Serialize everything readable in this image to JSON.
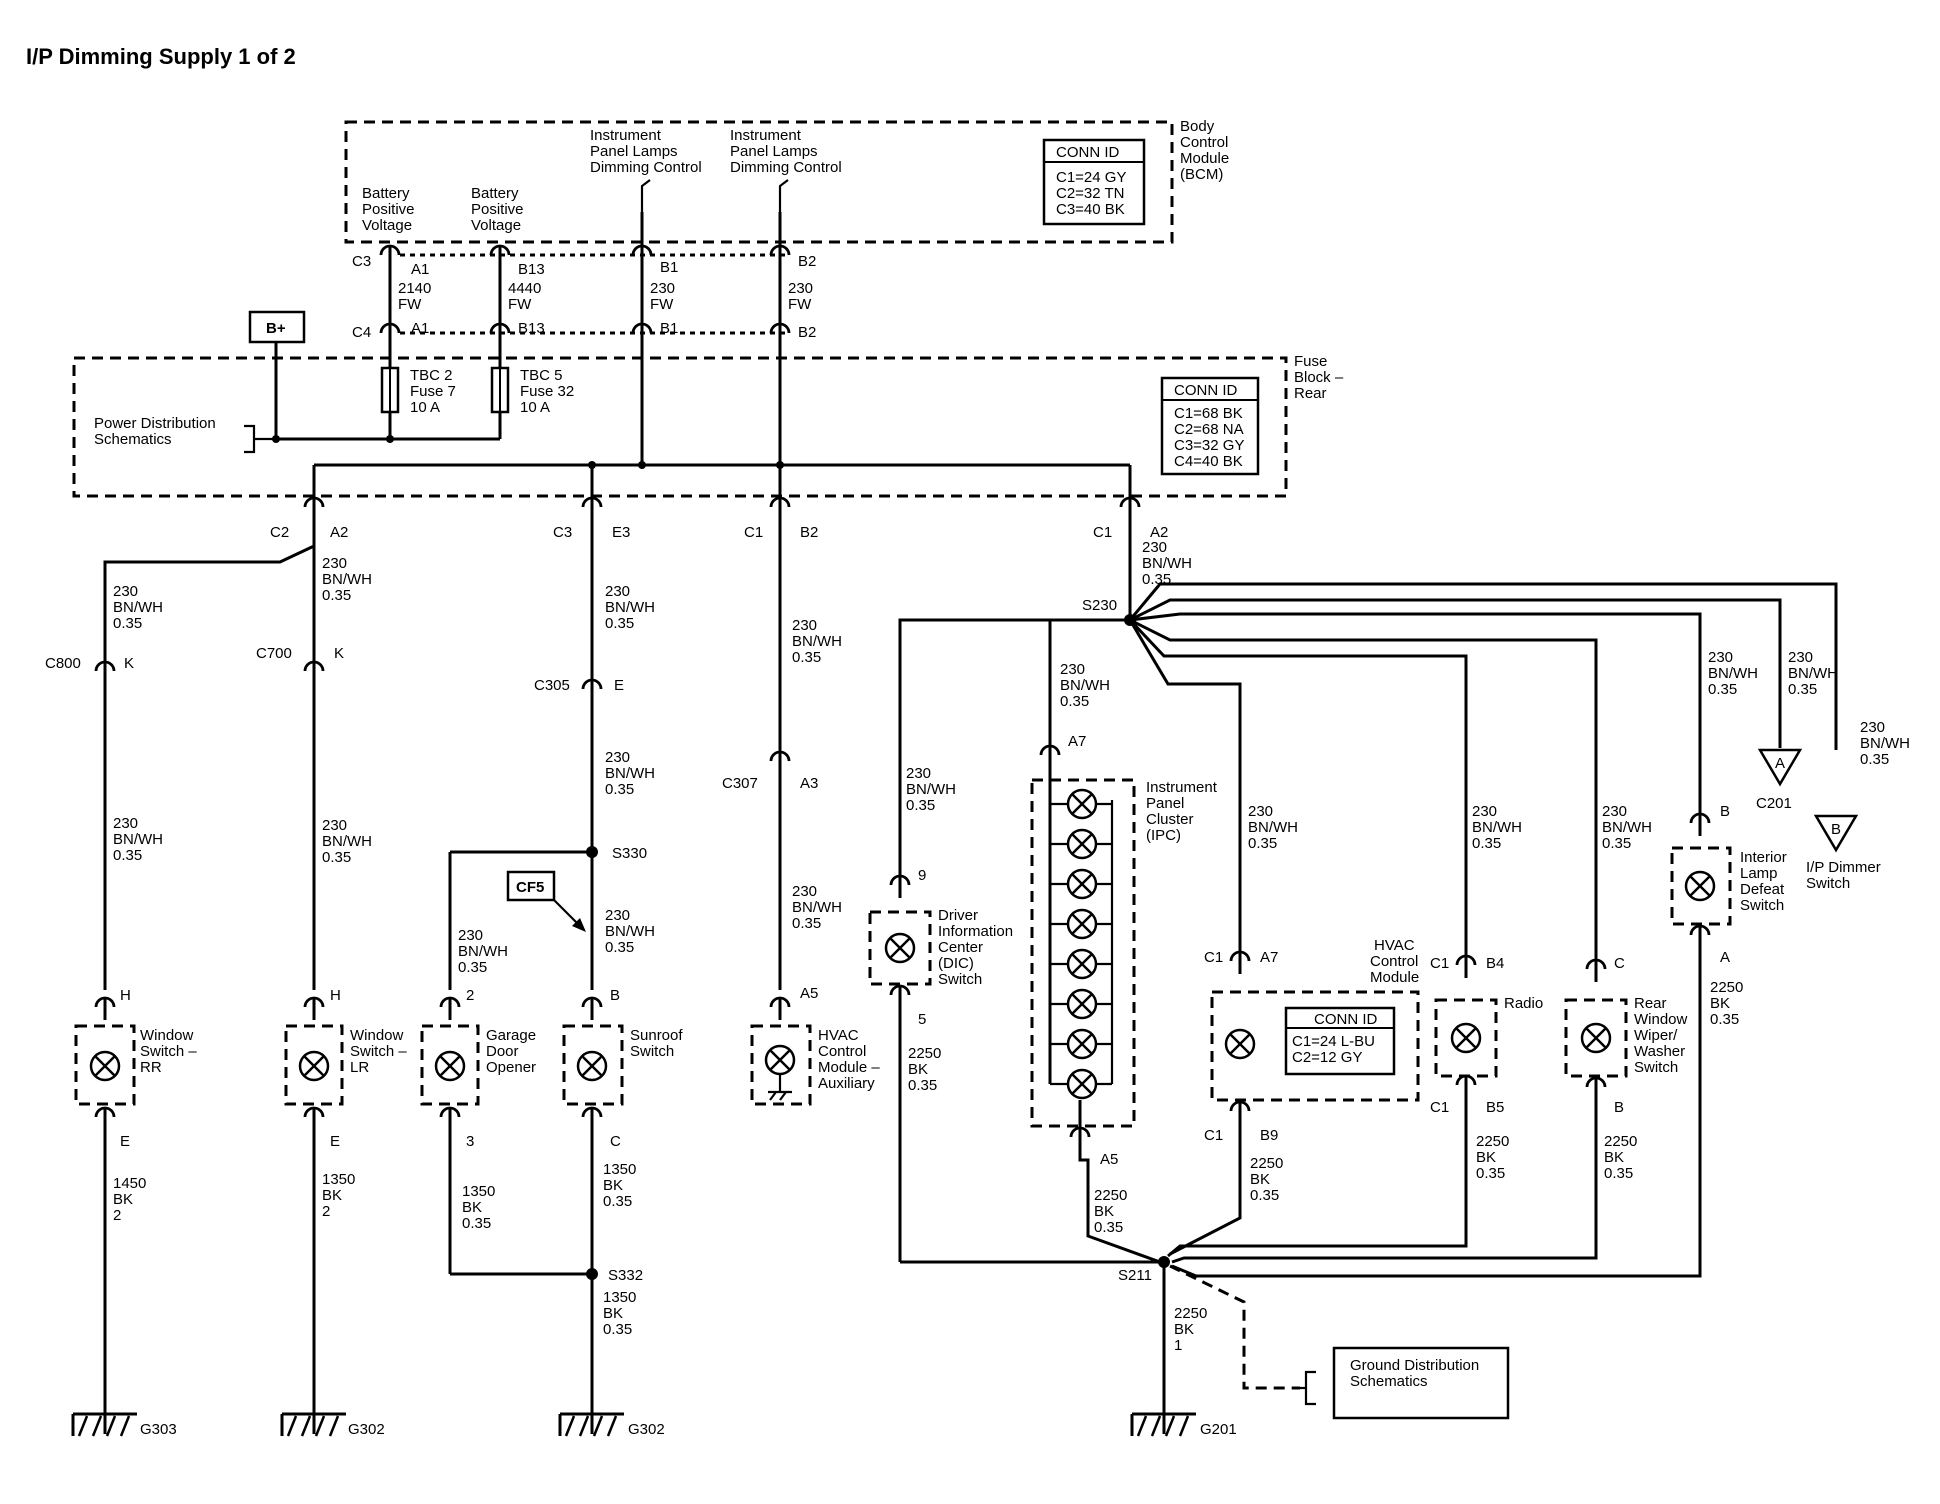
{
  "title": "I/P Dimming Supply 1 of 2",
  "bcm": {
    "name": [
      "Body",
      "Control",
      "Module",
      "(BCM)"
    ],
    "conn_title": "CONN ID",
    "conn": [
      "C1=24 GY",
      "C2=32 TN",
      "C3=40 BK"
    ],
    "bpv1": [
      "Battery",
      "Positive",
      "Voltage"
    ],
    "bpv2": [
      "Battery",
      "Positive",
      "Voltage"
    ],
    "dim1": [
      "Instrument",
      "Panel Lamps",
      "Dimming Control"
    ],
    "dim2": [
      "Instrument",
      "Panel Lamps",
      "Dimming Control"
    ]
  },
  "fuse_block": {
    "name": [
      "Fuse",
      "Block –",
      "Rear"
    ],
    "conn_title": "CONN ID",
    "conn": [
      "C1=68 BK",
      "C2=68 NA",
      "C3=32 GY",
      "C4=40 BK"
    ],
    "pds": [
      "Power Distribution",
      "Schematics"
    ],
    "fuse1": [
      "TBC 2",
      "Fuse 7",
      "10 A"
    ],
    "fuse2": [
      "TBC 5",
      "Fuse 32",
      "10 A"
    ]
  },
  "bplus": "B+",
  "cf5": "CF5",
  "hvac_conn": {
    "title": "CONN ID",
    "lines": [
      "C1=24 L-BU",
      "C2=12 GY"
    ]
  },
  "components": {
    "window_rr": [
      "Window",
      "Switch –",
      "RR"
    ],
    "window_lr": [
      "Window",
      "Switch –",
      "LR"
    ],
    "garage": [
      "Garage",
      "Door",
      "Opener"
    ],
    "sunroof": [
      "Sunroof",
      "Switch"
    ],
    "hvac_aux": [
      "HVAC",
      "Control",
      "Module –",
      "Auxiliary"
    ],
    "dic": [
      "Driver",
      "Information",
      "Center",
      "(DIC)",
      "Switch"
    ],
    "ipc": [
      "Instrument",
      "Panel",
      "Cluster",
      "(IPC)"
    ],
    "hvac_mod": [
      "HVAC",
      "Control",
      "Module"
    ],
    "radio": "Radio",
    "rear_wiper": [
      "Rear",
      "Window",
      "Wiper/",
      "Washer",
      "Switch"
    ],
    "interior": [
      "Interior",
      "Lamp",
      "Defeat",
      "Switch"
    ],
    "ip_dimmer": [
      "I/P Dimmer",
      "Switch"
    ],
    "gnd_dist": [
      "Ground Distribution",
      "Schematics"
    ]
  },
  "wires": {
    "w2140": [
      "2140",
      "FW"
    ],
    "w4440": [
      "4440",
      "FW"
    ],
    "w230fw": [
      "230",
      "FW"
    ],
    "w230bn": [
      "230",
      "BN/WH",
      "0.35"
    ],
    "w2250": [
      "2250",
      "BK",
      "0.35"
    ],
    "w2250_1": [
      "2250",
      "BK",
      "1"
    ],
    "w1450": [
      "1450",
      "BK",
      "2"
    ],
    "w1350_2": [
      "1350",
      "BK",
      "2"
    ],
    "w1350": [
      "1350",
      "BK",
      "0.35"
    ]
  },
  "connectors": {
    "C3": "C3",
    "C4": "C4",
    "C2": "C2",
    "C1": "C1",
    "A1": "A1",
    "B13": "B13",
    "B1": "B1",
    "B2": "B2",
    "A2": "A2",
    "E3": "E3",
    "C800": "C800",
    "C700": "C700",
    "C305": "C305",
    "C307": "C307",
    "K": "K",
    "E": "E",
    "A3": "A3",
    "A5": "A5",
    "A7": "A7",
    "H": "H",
    "B": "B",
    "C": "C",
    "9": "9",
    "5": "5",
    "2": "2",
    "3": "3",
    "B4": "B4",
    "B5": "B5",
    "B9": "B9",
    "A": "A"
  },
  "splices": {
    "S230": "S230",
    "S330": "S330",
    "S332": "S332",
    "S211": "S211"
  },
  "grounds": {
    "G303": "G303",
    "G302a": "G302",
    "G302b": "G302",
    "G201": "G201"
  },
  "offpage": {
    "A": "A",
    "B": "B",
    "C201": "C201"
  }
}
